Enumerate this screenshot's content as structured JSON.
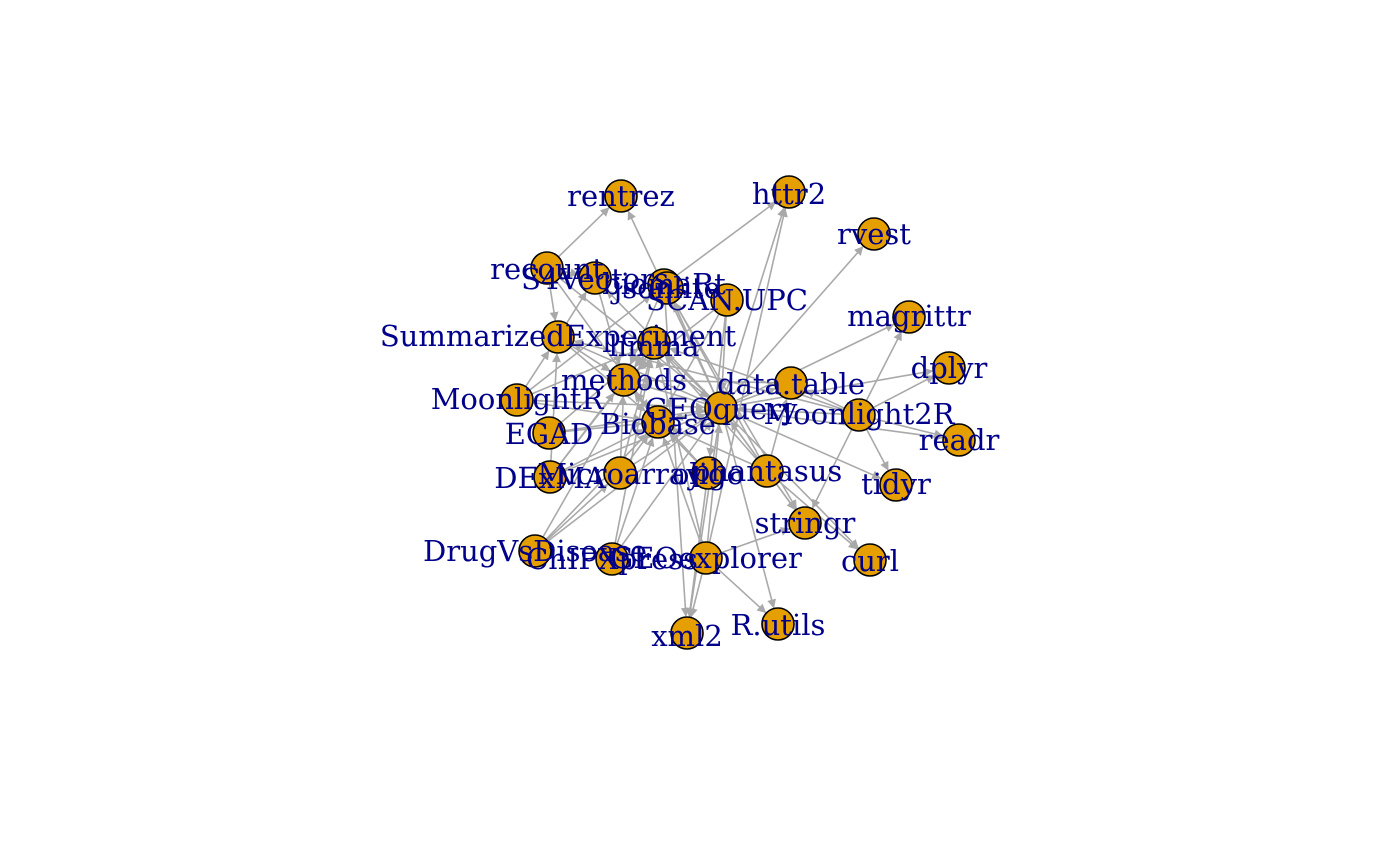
{
  "graph": {
    "colors": {
      "node_fill": "#e69f00",
      "node_stroke": "#000000",
      "edge": "#a9a9a9",
      "label": "#00008b",
      "background": "#ffffff"
    },
    "directed": true,
    "nodes": [
      {
        "id": "rentrez",
        "label": "rentrez"
      },
      {
        "id": "httr2",
        "label": "httr2"
      },
      {
        "id": "rvest",
        "label": "rvest"
      },
      {
        "id": "recount",
        "label": "recount"
      },
      {
        "id": "S4Vectors",
        "label": "S4Vectors"
      },
      {
        "id": "biomaRt",
        "label": "biomaRt"
      },
      {
        "id": "jsonlite",
        "label": "jsonlite"
      },
      {
        "id": "SCAN.UPC",
        "label": "SCAN.UPC"
      },
      {
        "id": "magrittr",
        "label": "magrittr"
      },
      {
        "id": "SummarizedExperiment",
        "label": "SummarizedExperiment"
      },
      {
        "id": "limma",
        "label": "limma"
      },
      {
        "id": "dplyr",
        "label": "dplyr"
      },
      {
        "id": "methods",
        "label": "methods"
      },
      {
        "id": "data.table",
        "label": "data.table"
      },
      {
        "id": "MoonlightR",
        "label": "MoonlightR"
      },
      {
        "id": "GEOquery",
        "label": "GEOquery"
      },
      {
        "id": "Moonlight2R",
        "label": "Moonlight2R"
      },
      {
        "id": "readr",
        "label": "readr"
      },
      {
        "id": "Biobase",
        "label": "Biobase"
      },
      {
        "id": "EGAD",
        "label": "EGAD"
      },
      {
        "id": "DExMA",
        "label": "DExMA"
      },
      {
        "id": "Microarray",
        "label": "Microarray"
      },
      {
        "id": "oligo",
        "label": "oligo"
      },
      {
        "id": "phantasus",
        "label": "phantasus"
      },
      {
        "id": "tidyr",
        "label": "tidyr"
      },
      {
        "id": "stringr",
        "label": "stringr"
      },
      {
        "id": "DrugVsDisease",
        "label": "DrugVsDisease"
      },
      {
        "id": "ChIPXpress",
        "label": "ChIPXpress"
      },
      {
        "id": "GEOexplorer",
        "label": "GEOexplorer"
      },
      {
        "id": "curl",
        "label": "curl"
      },
      {
        "id": "xml2",
        "label": "xml2"
      },
      {
        "id": "R.utils",
        "label": "R.utils"
      }
    ],
    "edges": [
      [
        "recount",
        "rentrez"
      ],
      [
        "recount",
        "SummarizedExperiment"
      ],
      [
        "recount",
        "GEOquery"
      ],
      [
        "recount",
        "S4Vectors"
      ],
      [
        "recount",
        "Biobase"
      ],
      [
        "GEOquery",
        "rentrez"
      ],
      [
        "GEOquery",
        "httr2"
      ],
      [
        "GEOquery",
        "rvest"
      ],
      [
        "GEOquery",
        "magrittr"
      ],
      [
        "GEOquery",
        "dplyr"
      ],
      [
        "GEOquery",
        "readr"
      ],
      [
        "GEOquery",
        "tidyr"
      ],
      [
        "GEOquery",
        "stringr"
      ],
      [
        "GEOquery",
        "curl"
      ],
      [
        "GEOquery",
        "xml2"
      ],
      [
        "GEOquery",
        "R.utils"
      ],
      [
        "GEOquery",
        "data.table"
      ],
      [
        "GEOquery",
        "jsonlite"
      ],
      [
        "GEOquery",
        "limma"
      ],
      [
        "GEOquery",
        "methods"
      ],
      [
        "GEOquery",
        "Biobase"
      ],
      [
        "GEOquery",
        "SummarizedExperiment"
      ],
      [
        "GEOquery",
        "S4Vectors"
      ],
      [
        "Moonlight2R",
        "GEOquery"
      ],
      [
        "Moonlight2R",
        "magrittr"
      ],
      [
        "Moonlight2R",
        "dplyr"
      ],
      [
        "Moonlight2R",
        "readr"
      ],
      [
        "Moonlight2R",
        "tidyr"
      ],
      [
        "Moonlight2R",
        "stringr"
      ],
      [
        "Moonlight2R",
        "SummarizedExperiment"
      ],
      [
        "Moonlight2R",
        "limma"
      ],
      [
        "Moonlight2R",
        "data.table"
      ],
      [
        "MoonlightR",
        "GEOquery"
      ],
      [
        "MoonlightR",
        "SummarizedExperiment"
      ],
      [
        "MoonlightR",
        "Biobase"
      ],
      [
        "MoonlightR",
        "limma"
      ],
      [
        "MoonlightR",
        "biomaRt"
      ],
      [
        "SCAN.UPC",
        "GEOquery"
      ],
      [
        "SCAN.UPC",
        "Biobase"
      ],
      [
        "SCAN.UPC",
        "oligo"
      ],
      [
        "SCAN.UPC",
        "methods"
      ],
      [
        "phantasus",
        "GEOquery"
      ],
      [
        "phantasus",
        "curl"
      ],
      [
        "phantasus",
        "stringr"
      ],
      [
        "phantasus",
        "data.table"
      ],
      [
        "phantasus",
        "Biobase"
      ],
      [
        "phantasus",
        "limma"
      ],
      [
        "phantasus",
        "jsonlite"
      ],
      [
        "GEOexplorer",
        "GEOquery"
      ],
      [
        "GEOexplorer",
        "limma"
      ],
      [
        "GEOexplorer",
        "Biobase"
      ],
      [
        "GEOexplorer",
        "xml2"
      ],
      [
        "GEOexplorer",
        "R.utils"
      ],
      [
        "GEOexplorer",
        "stringr"
      ],
      [
        "GEOexplorer",
        "httr2"
      ],
      [
        "DExMA",
        "GEOquery"
      ],
      [
        "DExMA",
        "Biobase"
      ],
      [
        "DExMA",
        "limma"
      ],
      [
        "DExMA",
        "SummarizedExperiment"
      ],
      [
        "DExMA",
        "methods"
      ],
      [
        "EGAD",
        "GEOquery"
      ],
      [
        "EGAD",
        "Biobase"
      ],
      [
        "EGAD",
        "limma"
      ],
      [
        "DrugVsDisease",
        "GEOquery"
      ],
      [
        "DrugVsDisease",
        "Biobase"
      ],
      [
        "DrugVsDisease",
        "limma"
      ],
      [
        "DrugVsDisease",
        "Microarray"
      ],
      [
        "ChIPXpress",
        "GEOquery"
      ],
      [
        "ChIPXpress",
        "Biobase"
      ],
      [
        "ChIPXpress",
        "limma"
      ],
      [
        "Microarray",
        "GEOquery"
      ],
      [
        "Microarray",
        "Biobase"
      ],
      [
        "Microarray",
        "limma"
      ],
      [
        "Microarray",
        "methods"
      ],
      [
        "oligo",
        "Biobase"
      ],
      [
        "oligo",
        "methods"
      ],
      [
        "oligo",
        "xml2"
      ],
      [
        "biomaRt",
        "httr2"
      ],
      [
        "biomaRt",
        "xml2"
      ],
      [
        "biomaRt",
        "methods"
      ],
      [
        "biomaRt",
        "stringr"
      ],
      [
        "S4Vectors",
        "methods"
      ],
      [
        "SummarizedExperiment",
        "methods"
      ],
      [
        "SummarizedExperiment",
        "S4Vectors"
      ],
      [
        "SummarizedExperiment",
        "Biobase"
      ],
      [
        "Biobase",
        "methods"
      ],
      [
        "limma",
        "methods"
      ],
      [
        "data.table",
        "methods"
      ]
    ]
  }
}
